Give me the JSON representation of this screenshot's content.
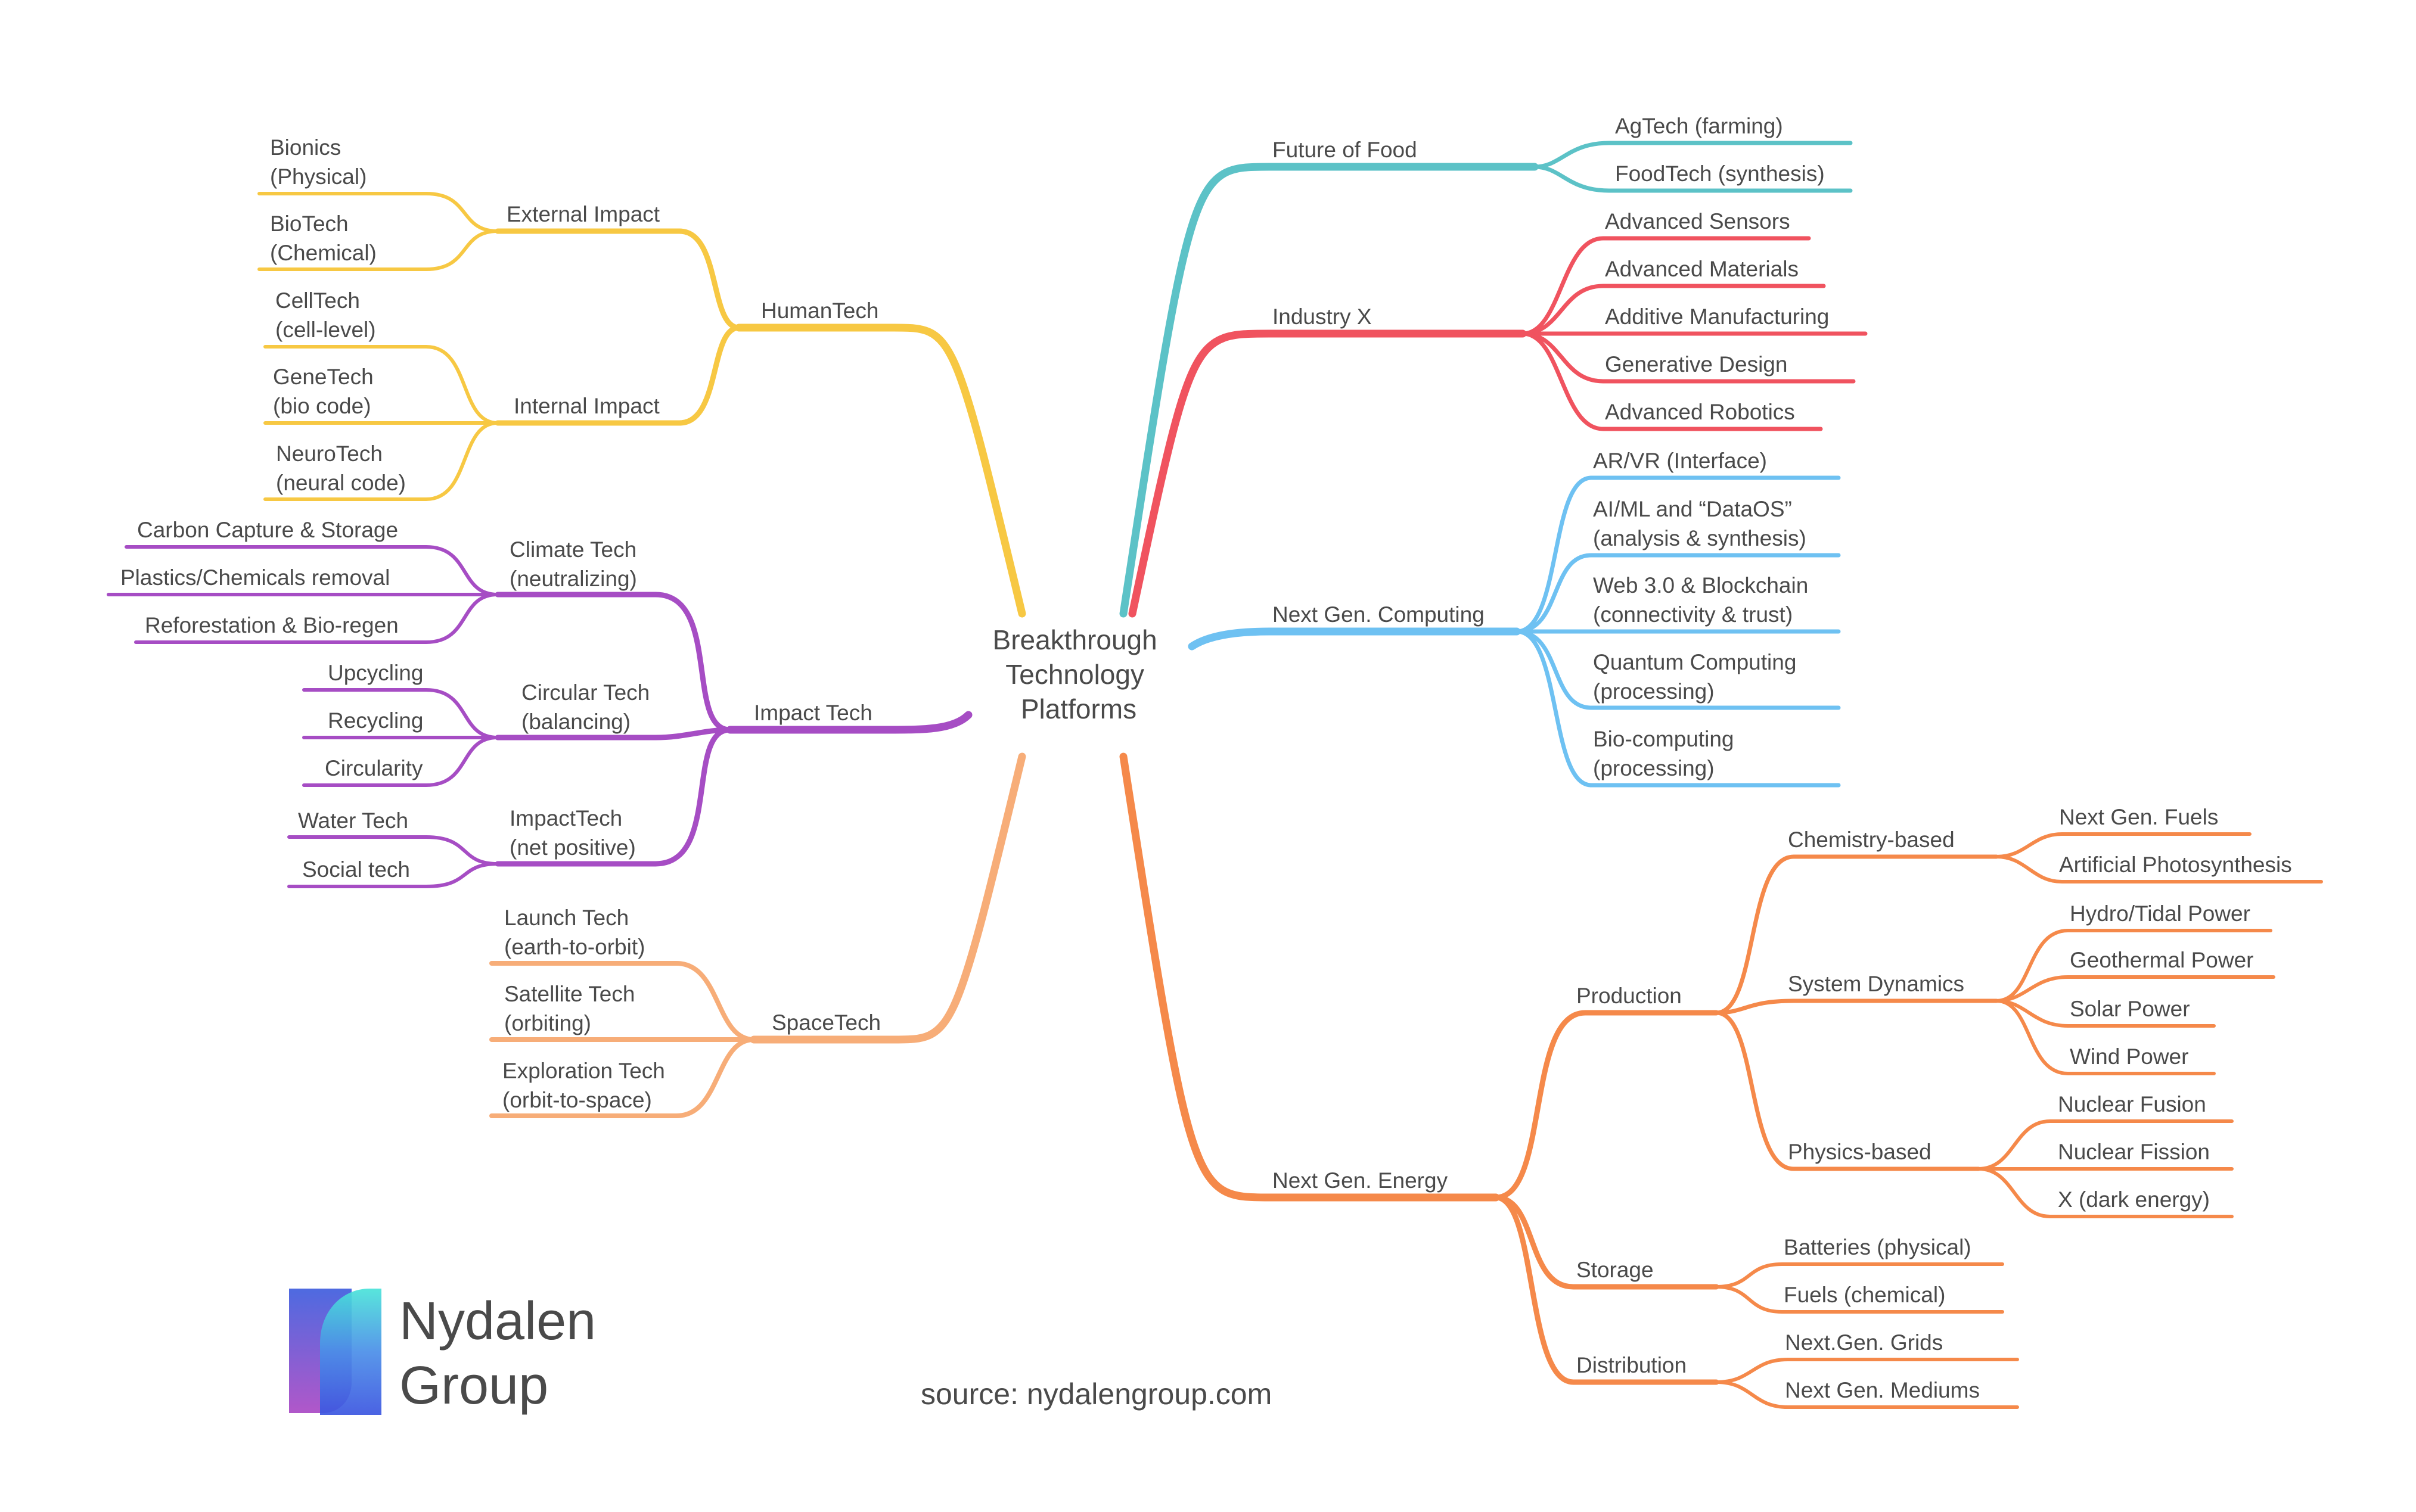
{
  "center": {
    "lines": [
      "Breakthrough",
      "Technology",
      "Platforms"
    ]
  },
  "source_text": "source: nydalengroup.com",
  "logo": {
    "lines": [
      "Nydalen",
      "Group"
    ]
  },
  "colors": {
    "humantech": "#f7c843",
    "impact": "#a64dc4",
    "space": "#f7ad78",
    "food": "#5cc2c7",
    "industry": "#f0535f",
    "computing": "#6ec1f2",
    "energy": "#f5894a"
  },
  "left": {
    "humantech": {
      "label": "HumanTech",
      "groups": [
        {
          "label": "External Impact",
          "leaves": [
            [
              "Bionics",
              "(Physical)"
            ],
            [
              "BioTech",
              "(Chemical)"
            ]
          ]
        },
        {
          "label": "Internal Impact",
          "leaves": [
            [
              "CellTech",
              "(cell-level)"
            ],
            [
              "GeneTech",
              "(bio code)"
            ],
            [
              "NeuroTech",
              "(neural code)"
            ]
          ]
        }
      ]
    },
    "impact": {
      "label": "Impact Tech",
      "groups": [
        {
          "label": [
            "Climate Tech",
            "(neutralizing)"
          ],
          "leaves": [
            "Carbon Capture & Storage",
            "Plastics/Chemicals removal",
            "Reforestation & Bio-regen"
          ]
        },
        {
          "label": [
            "Circular Tech",
            "(balancing)"
          ],
          "leaves": [
            "Upcycling",
            "Recycling",
            "Circularity"
          ]
        },
        {
          "label": [
            "ImpactTech",
            "(net positive)"
          ],
          "leaves": [
            "Water Tech",
            "Social tech"
          ]
        }
      ]
    },
    "space": {
      "label": "SpaceTech",
      "leaves": [
        [
          "Launch Tech",
          "(earth-to-orbit)"
        ],
        [
          "Satellite Tech",
          "(orbiting)"
        ],
        [
          "Exploration Tech",
          "(orbit-to-space)"
        ]
      ]
    }
  },
  "right": {
    "food": {
      "label": "Future of Food",
      "leaves": [
        "AgTech (farming)",
        "FoodTech (synthesis)"
      ]
    },
    "industry": {
      "label": "Industry X",
      "leaves": [
        "Advanced Sensors",
        "Advanced Materials",
        "Additive Manufacturing",
        "Generative Design",
        "Advanced Robotics"
      ]
    },
    "computing": {
      "label": "Next Gen. Computing",
      "leaves": [
        [
          "AR/VR (Interface)"
        ],
        [
          "AI/ML and “DataOS”",
          "(analysis & synthesis)"
        ],
        [
          "Web 3.0 & Blockchain",
          "(connectivity & trust)"
        ],
        [
          "Quantum Computing",
          "(processing)"
        ],
        [
          "Bio-computing",
          "(processing)"
        ]
      ]
    },
    "energy": {
      "label": "Next Gen. Energy",
      "production": {
        "label": "Production",
        "groups": [
          {
            "label": "Chemistry-based",
            "leaves": [
              "Next Gen. Fuels",
              "Artificial Photosynthesis"
            ]
          },
          {
            "label": "System Dynamics",
            "leaves": [
              "Hydro/Tidal Power",
              "Geothermal Power",
              "Solar Power",
              "Wind Power"
            ]
          },
          {
            "label": "Physics-based",
            "leaves": [
              "Nuclear Fusion",
              "Nuclear Fission",
              "X (dark energy)"
            ]
          }
        ]
      },
      "storage": {
        "label": "Storage",
        "leaves": [
          "Batteries (physical)",
          "Fuels (chemical)"
        ]
      },
      "distribution": {
        "label": "Distribution",
        "leaves": [
          "Next.Gen. Grids",
          "Next Gen. Mediums"
        ]
      }
    }
  }
}
